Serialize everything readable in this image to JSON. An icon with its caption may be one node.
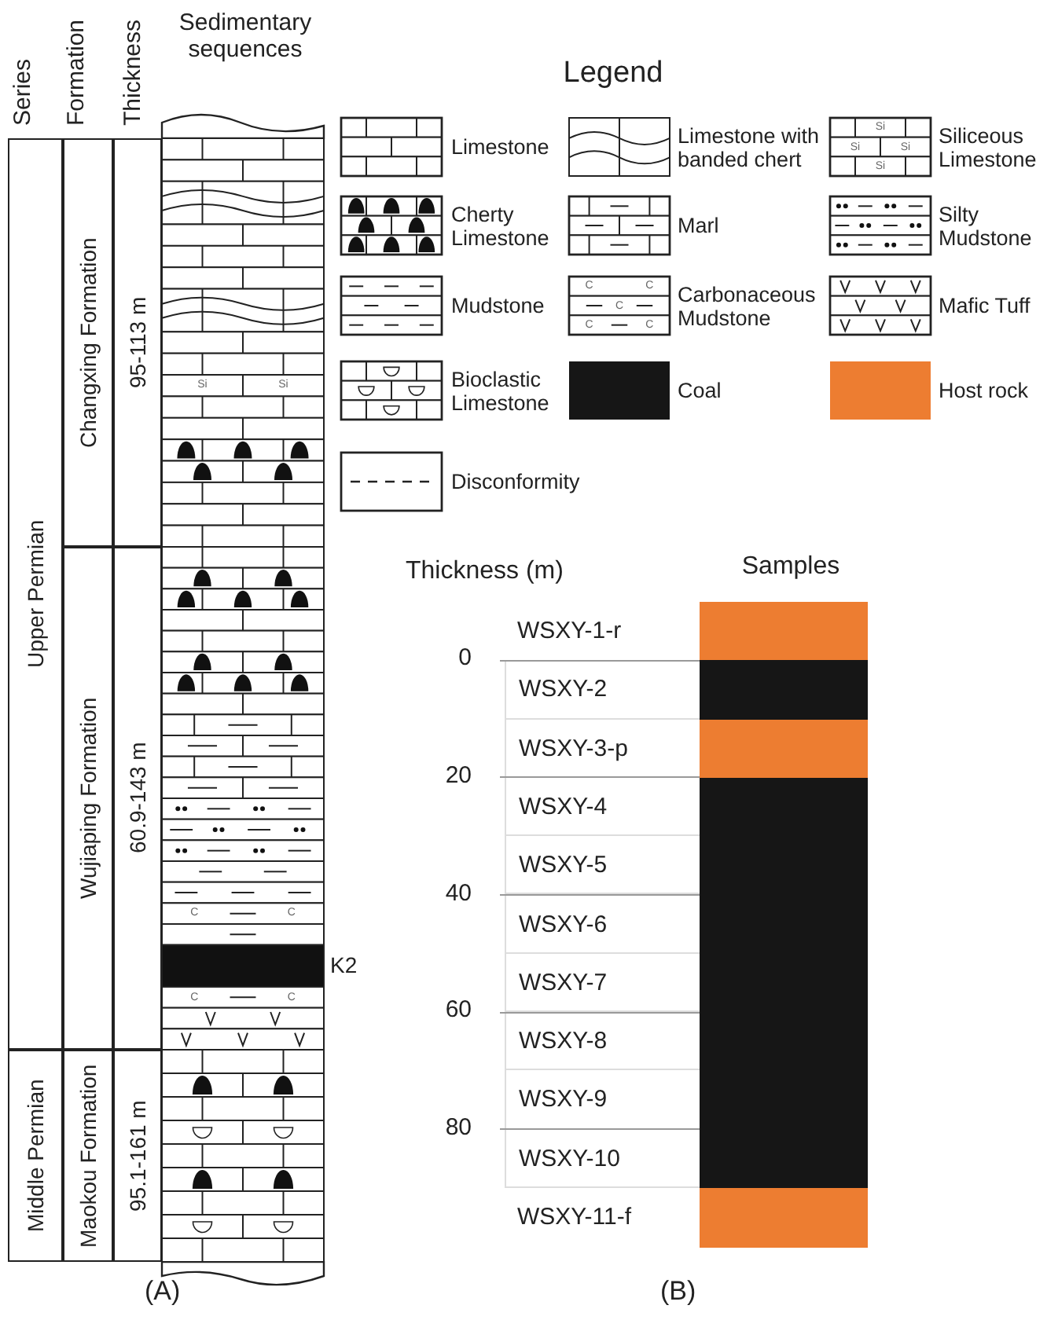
{
  "diagram": {
    "nodes": [
      {
        "text": [
          "Upper Permian"
        ]
      },
      {
        "text": [
          "Middle Permian"
        ]
      },
      {
        "text": [
          "Changxing Formation"
        ]
      },
      {
        "text": [
          "Wujiaping Formation"
        ]
      },
      {
        "text": [
          "Maokou Formation"
        ]
      },
      {
        "text": [
          "95-113 m"
        ]
      },
      {
        "text": [
          "60.9-143 m"
        ]
      },
      {
        "text": [
          "95.1-161 m"
        ]
      },
      {
        "text": [
          "WSXY-1-r"
        ]
      },
      {
        "text": [
          "WSXY-2"
        ]
      },
      {
        "text": [
          "WSXY-3-p"
        ]
      },
      {
        "text": [
          "WSXY-4"
        ]
      },
      {
        "text": [
          "WSXY-5"
        ]
      },
      {
        "text": [
          "WSXY-6"
        ]
      },
      {
        "text": [
          "WSXY-7"
        ]
      },
      {
        "text": [
          "WSXY-8"
        ]
      },
      {
        "text": [
          "WSXY-9"
        ]
      },
      {
        "text": [
          "WSXY-10"
        ]
      },
      {
        "text": [
          "WSXY-11-f"
        ]
      }
    ],
    "labels": [
      "Series",
      "Formation",
      "Thickness",
      "Sedimentary sequences",
      "Legend",
      "Si",
      "Si",
      "Si",
      "Si",
      "C",
      "C",
      "C",
      "C",
      "C",
      "Si",
      "Si",
      "C",
      "C",
      "C",
      "C",
      "K2",
      "Thickness (m)",
      "Samples",
      "0",
      "20",
      "40",
      "60",
      "80",
      "(A)",
      "(B)"
    ],
    "legend": [
      {
        "text": "Limestone"
      },
      {
        "text": "Limestone with banded chert"
      },
      {
        "text": "Siliceous Limestone"
      },
      {
        "text": "Cherty Limestone"
      },
      {
        "text": "Marl"
      },
      {
        "text": "Silty Mudstone"
      },
      {
        "text": "Mudstone"
      },
      {
        "text": "Carbonaceous Mudstone"
      },
      {
        "text": "Mafic Tuff"
      },
      {
        "text": "Bioclastic Limestone"
      },
      {
        "text": "Coal",
        "color": "#161616"
      },
      {
        "text": "Host rock",
        "color": "#ed7d31"
      },
      {
        "text": "Disconformity"
      }
    ]
  }
}
